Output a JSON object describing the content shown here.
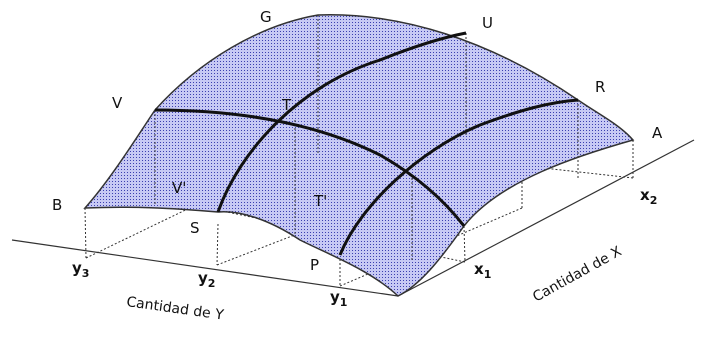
{
  "points": {
    "G": "G",
    "U": "U",
    "V": "V",
    "T": "T",
    "R": "R",
    "A": "A",
    "V_prime": "V'",
    "T_prime": "T'",
    "B": "B",
    "S": "S",
    "P": "P"
  },
  "ticks": {
    "x1": {
      "base": "x",
      "sub": "1"
    },
    "x2": {
      "base": "x",
      "sub": "2"
    },
    "y1": {
      "base": "y",
      "sub": "1"
    },
    "y2": {
      "base": "y",
      "sub": "2"
    },
    "y3": {
      "base": "y",
      "sub": "3"
    }
  },
  "axes": {
    "x_label": "Cantidad de X",
    "y_label": "Cantidad de Y"
  },
  "colors": {
    "surface_fill": "#c7c9f4",
    "dot": "#3b3fb0",
    "edge": "#333333"
  }
}
